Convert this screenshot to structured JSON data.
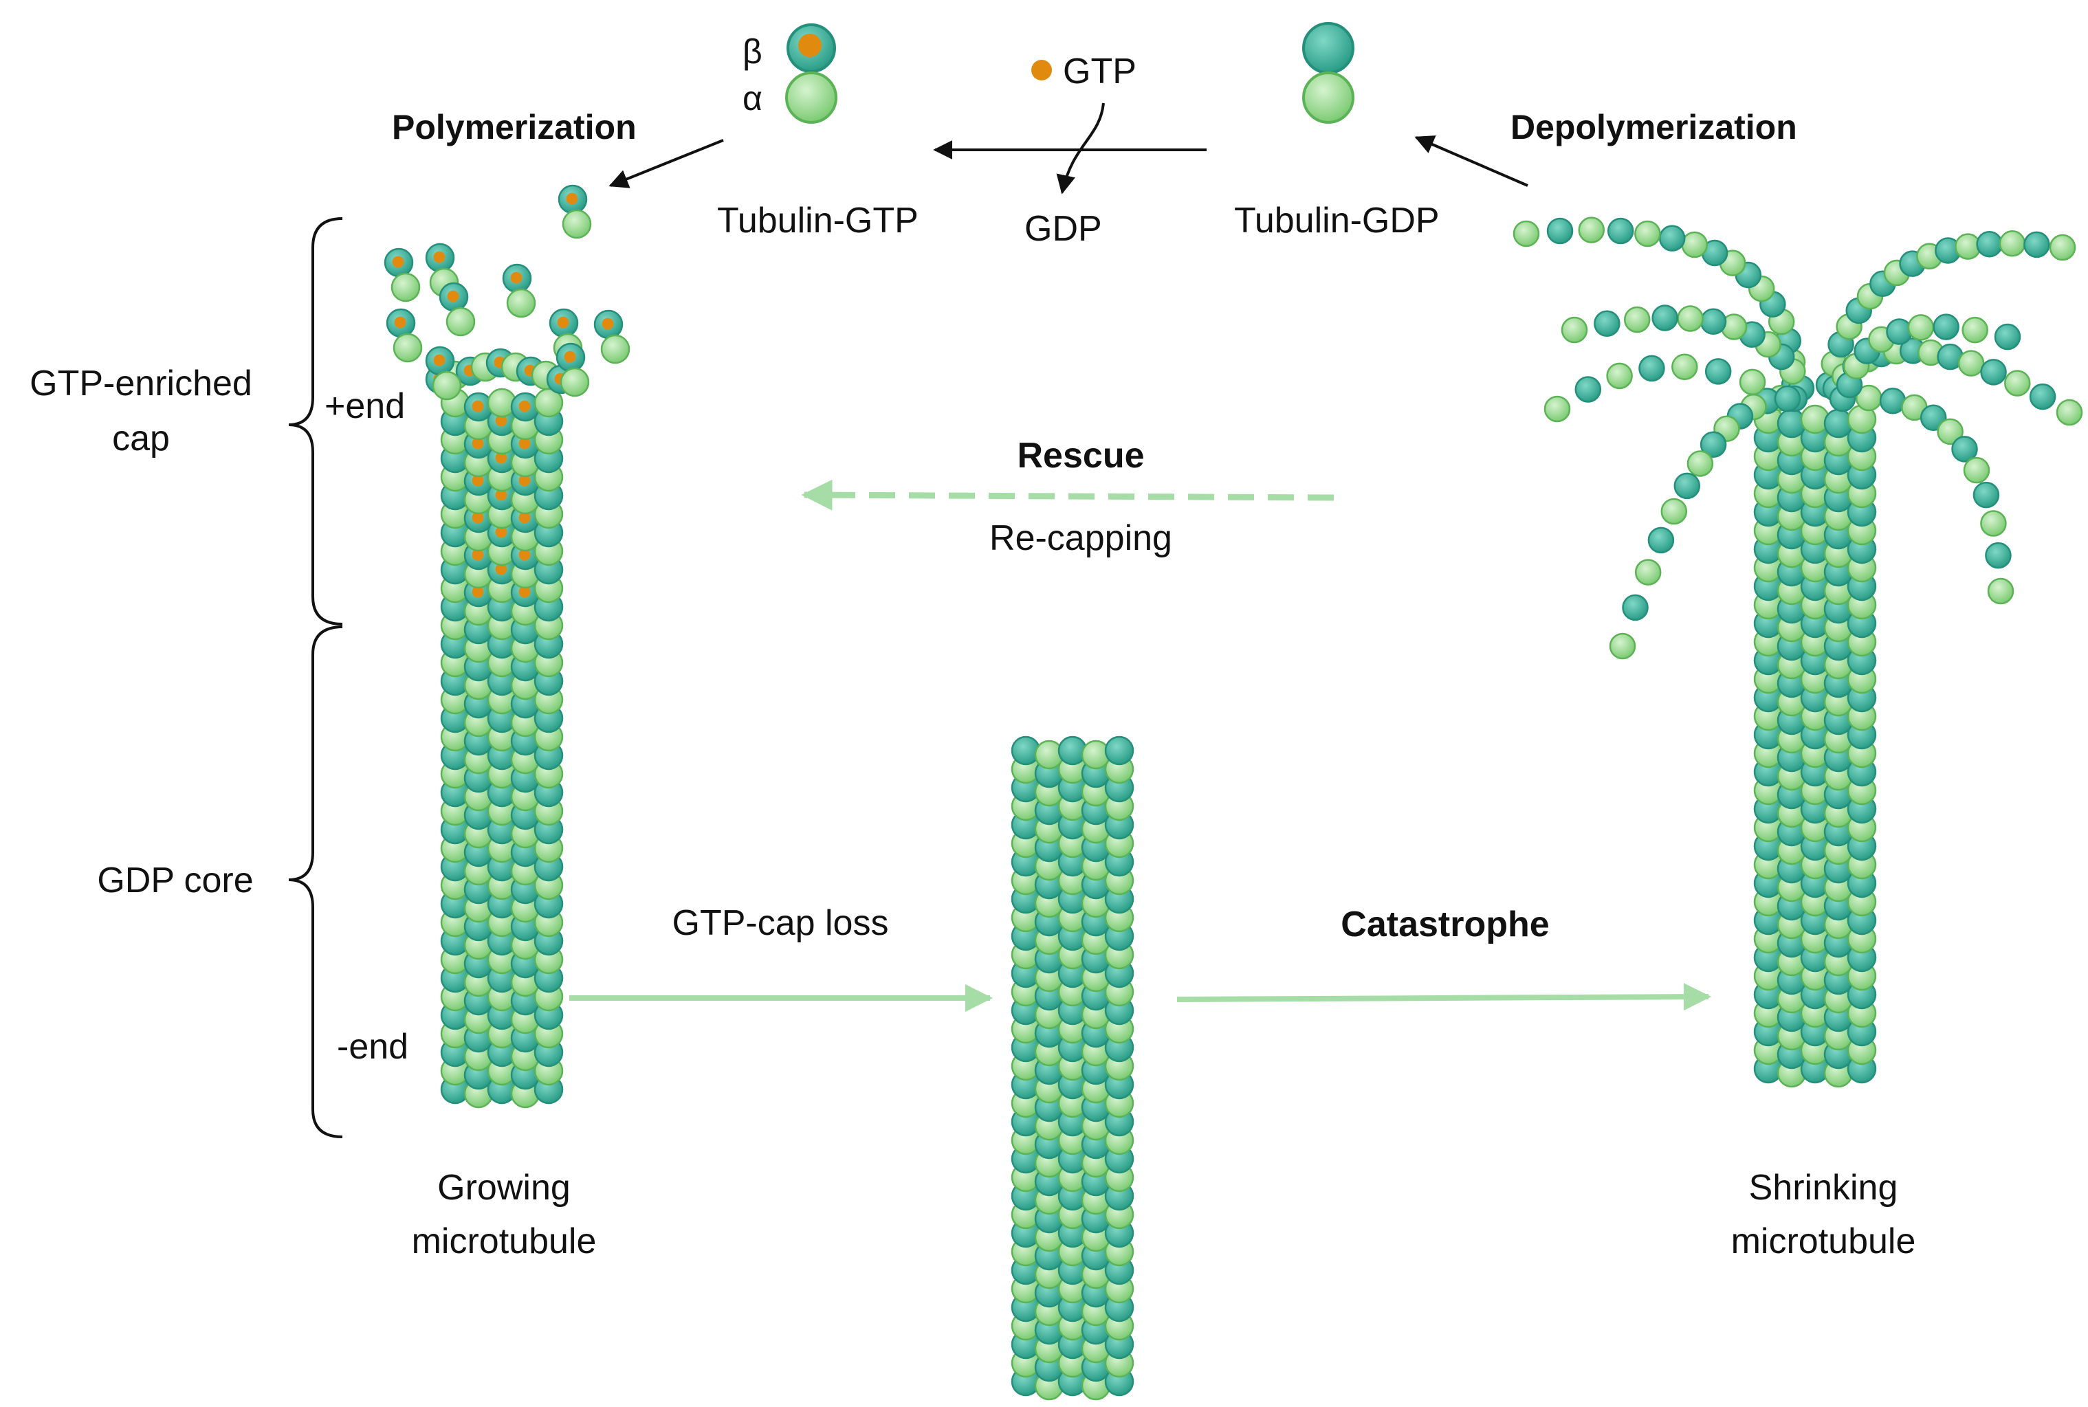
{
  "labels": {
    "beta": "β",
    "alpha": "α",
    "gtp": "GTP",
    "gdp": "GDP",
    "tubulin_gtp": "Tubulin-GTP",
    "tubulin_gdp": "Tubulin-GDP",
    "polymerization": "Polymerization",
    "depolymerization": "Depolymerization",
    "gtp_enriched_cap_line1": "GTP-enriched",
    "gtp_enriched_cap_line2": "cap",
    "plus_end": "+end",
    "minus_end": "-end",
    "gdp_core": "GDP core",
    "rescue": "Rescue",
    "recapping": "Re-capping",
    "gtp_cap_loss": "GTP-cap loss",
    "catastrophe": "Catastrophe",
    "growing_line1": "Growing",
    "growing_line2": "microtubule",
    "shrinking_line1": "Shrinking",
    "shrinking_line2": "microtubule"
  },
  "colors": {
    "beta_tubulin": "#3db7a0",
    "alpha_tubulin": "#9fdc98",
    "gtp": "#e08a10",
    "arrow": "#111111",
    "green_arrow": "#a6dca6"
  },
  "icons": {
    "tubulin_dimer": "tubulin-dimer-icon",
    "gtp_dot": "gtp-dot-icon"
  }
}
